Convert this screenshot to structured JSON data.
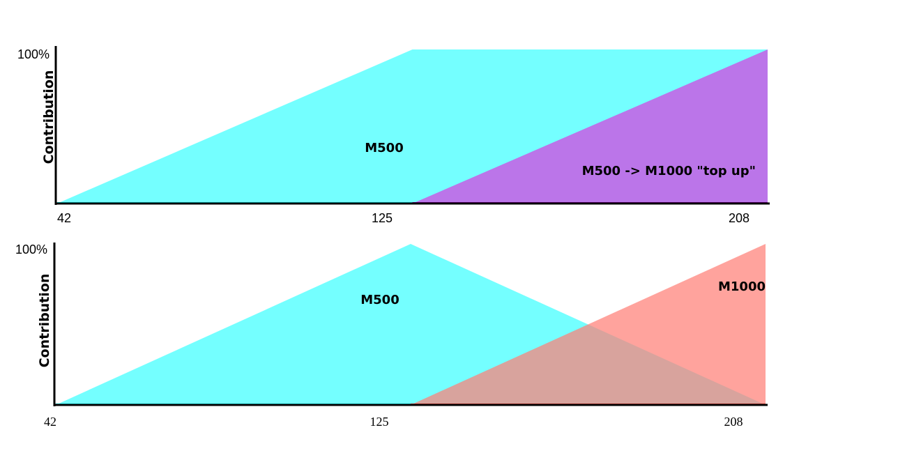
{
  "chart_data": [
    {
      "type": "area",
      "title": "",
      "xlabel": "",
      "ylabel": "Contribution",
      "y_max_label": "100%",
      "xlim": [
        42,
        208
      ],
      "ylim": [
        0,
        100
      ],
      "x_ticks": [
        "42",
        "125",
        "208"
      ],
      "overlay": "stacked",
      "series": [
        {
          "name": "M500",
          "color": "#74ffff",
          "x": [
            42,
            125,
            208
          ],
          "y": [
            0,
            100,
            100
          ]
        },
        {
          "name": "M500 -> M1000 \"top up\"",
          "color": "#bb75e9",
          "x": [
            125,
            208
          ],
          "y": [
            0,
            100
          ]
        }
      ]
    },
    {
      "type": "area",
      "title": "",
      "xlabel": "",
      "ylabel": "Contribution",
      "y_max_label": "100%",
      "xlim": [
        42,
        208
      ],
      "ylim": [
        0,
        100
      ],
      "x_ticks": [
        "42",
        "125",
        "208"
      ],
      "overlay": "overlapping",
      "series": [
        {
          "name": "M500",
          "color": "#74ffff",
          "x": [
            42,
            125,
            208
          ],
          "y": [
            0,
            100,
            0
          ]
        },
        {
          "name": "M1000",
          "color": "#ff7f77",
          "x": [
            125,
            208
          ],
          "y": [
            0,
            100
          ]
        }
      ]
    }
  ]
}
